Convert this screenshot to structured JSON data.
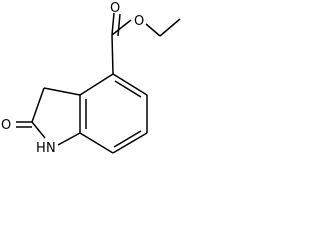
{
  "molecule": {
    "atoms": {
      "ester_carbonyl_oxygen": "O",
      "ester_ether_oxygen": "O",
      "lactam_oxygen": "O",
      "lactam_nitrogen": "N",
      "lactam_hydrogen": "H"
    }
  },
  "colors": {
    "bond": "#000000",
    "label": "#000000",
    "background": "#ffffff"
  }
}
